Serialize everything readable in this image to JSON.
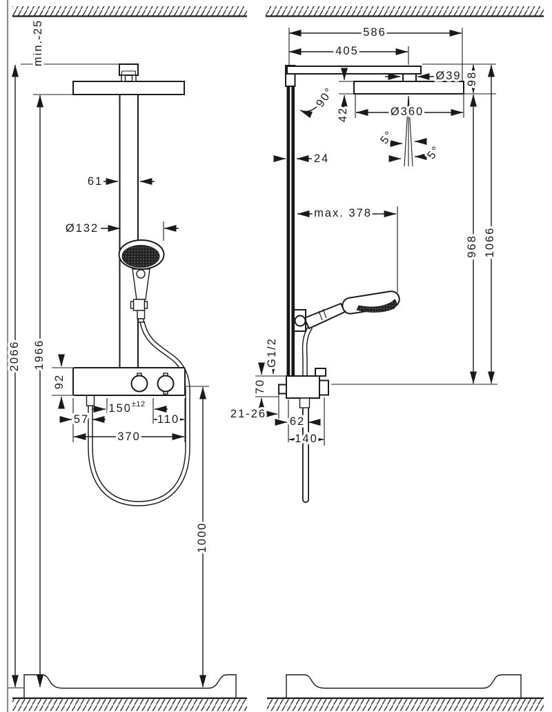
{
  "drawing": {
    "type": "technical-installation-drawing",
    "subject": "showerpipe-with-overhead-shower-hand-shower-and-thermostat",
    "views": [
      "front-elevation",
      "side-elevation"
    ],
    "line_color": "#1a1a1a",
    "background_color": "#ffffff"
  },
  "labels": {
    "min_ceiling_clearance": "min. 25",
    "overall_height": "2066",
    "showerhead_underside_height": "1966",
    "pipe_width": "61",
    "handshower_diameter": "Ø132",
    "valve_body_height": "92",
    "hose_outlet_offset": "57",
    "connection_spacing": "150",
    "connection_tolerance": "±12",
    "knob_edge_offset": "110",
    "valve_width": "370",
    "handshower_drop": "1000",
    "arm_overall_depth": "586",
    "arm_length": "405",
    "connector_diameter": "Ø39",
    "head_drop": "98",
    "arm_wall_angle": "90°",
    "head_thickness": "42",
    "head_diameter": "Ø360",
    "spray_tilt_left": "5°",
    "spray_tilt_right": "5°",
    "bar_depth": "24",
    "head_floor_clearance": "968",
    "arm_floor_clearance": "1066",
    "handshower_reach": "max. 378",
    "thread_size": "G1/2",
    "valve_depth": "70",
    "wall_gap": "21-26",
    "hose_axis_offset": "62",
    "valve_total_depth": "140"
  }
}
